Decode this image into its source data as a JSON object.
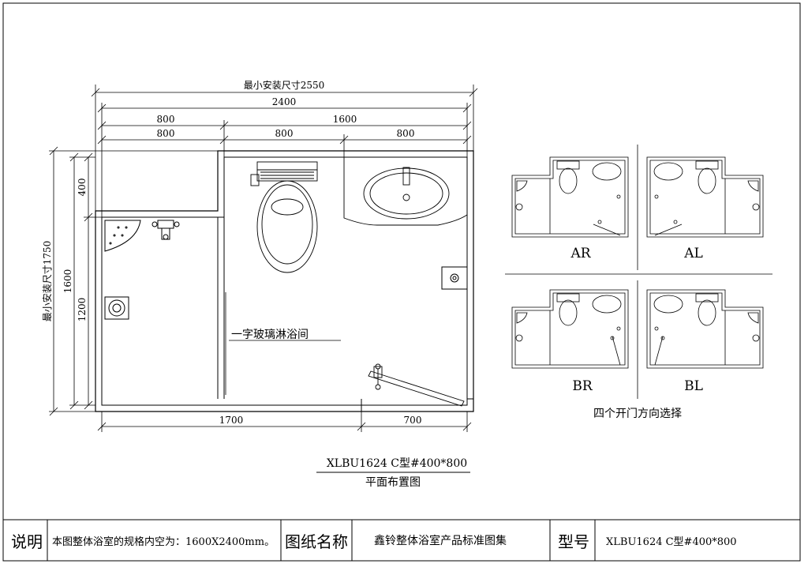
{
  "dimensions": {
    "min_install_width": "最小安装尺寸2550",
    "min_install_height": "最小安装尺寸1750",
    "overall_width": "2400",
    "seg_800_a": "800",
    "seg_1600": "1600",
    "seg_800_b": "800",
    "seg_800_c": "800",
    "seg_800_d": "800",
    "left_400": "400",
    "left_1600": "1600",
    "left_1200": "1200",
    "bottom_1700": "1700",
    "bottom_700": "700"
  },
  "annotations": {
    "shower_label": "一字玻璃淋浴间"
  },
  "drawing": {
    "model_code": "XLBU1624 C型#400*800",
    "view_name": "平面布置图"
  },
  "door_options": {
    "variants": [
      "AR",
      "AL",
      "BR",
      "BL"
    ],
    "caption": "四个开门方向选择"
  },
  "title_block": {
    "note_heading": "说明",
    "note_text": "本图整体浴室的规格内空为：1600X2400mm。",
    "drawing_name_heading": "图纸名称",
    "drawing_name": "鑫铃整体浴室产品标准图集",
    "model_heading": "型号",
    "model_value": "XLBU1624 C型#400*800"
  }
}
